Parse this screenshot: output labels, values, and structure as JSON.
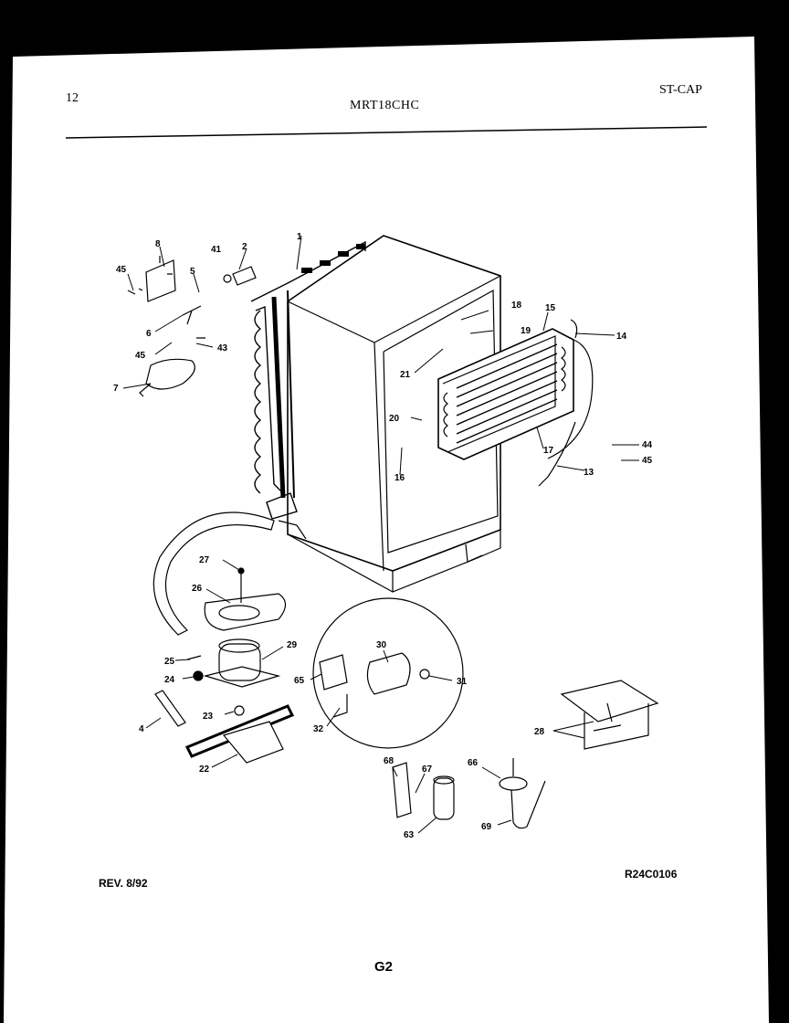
{
  "header": {
    "page_number": "12",
    "model": "MRT18CHC",
    "category": "ST-CAP"
  },
  "footer": {
    "revision": "REV. 8/92",
    "drawing_code": "R24C0106",
    "sheet": "G2"
  },
  "callouts": [
    "1",
    "2",
    "4",
    "5",
    "6",
    "7",
    "8",
    "13",
    "14",
    "15",
    "16",
    "17",
    "18",
    "19",
    "20",
    "21",
    "22",
    "23",
    "24",
    "25",
    "26",
    "27",
    "28",
    "29",
    "30",
    "31",
    "32",
    "41",
    "43",
    "44",
    "45",
    "45",
    "45",
    "63",
    "65",
    "66",
    "67",
    "68",
    "69"
  ]
}
